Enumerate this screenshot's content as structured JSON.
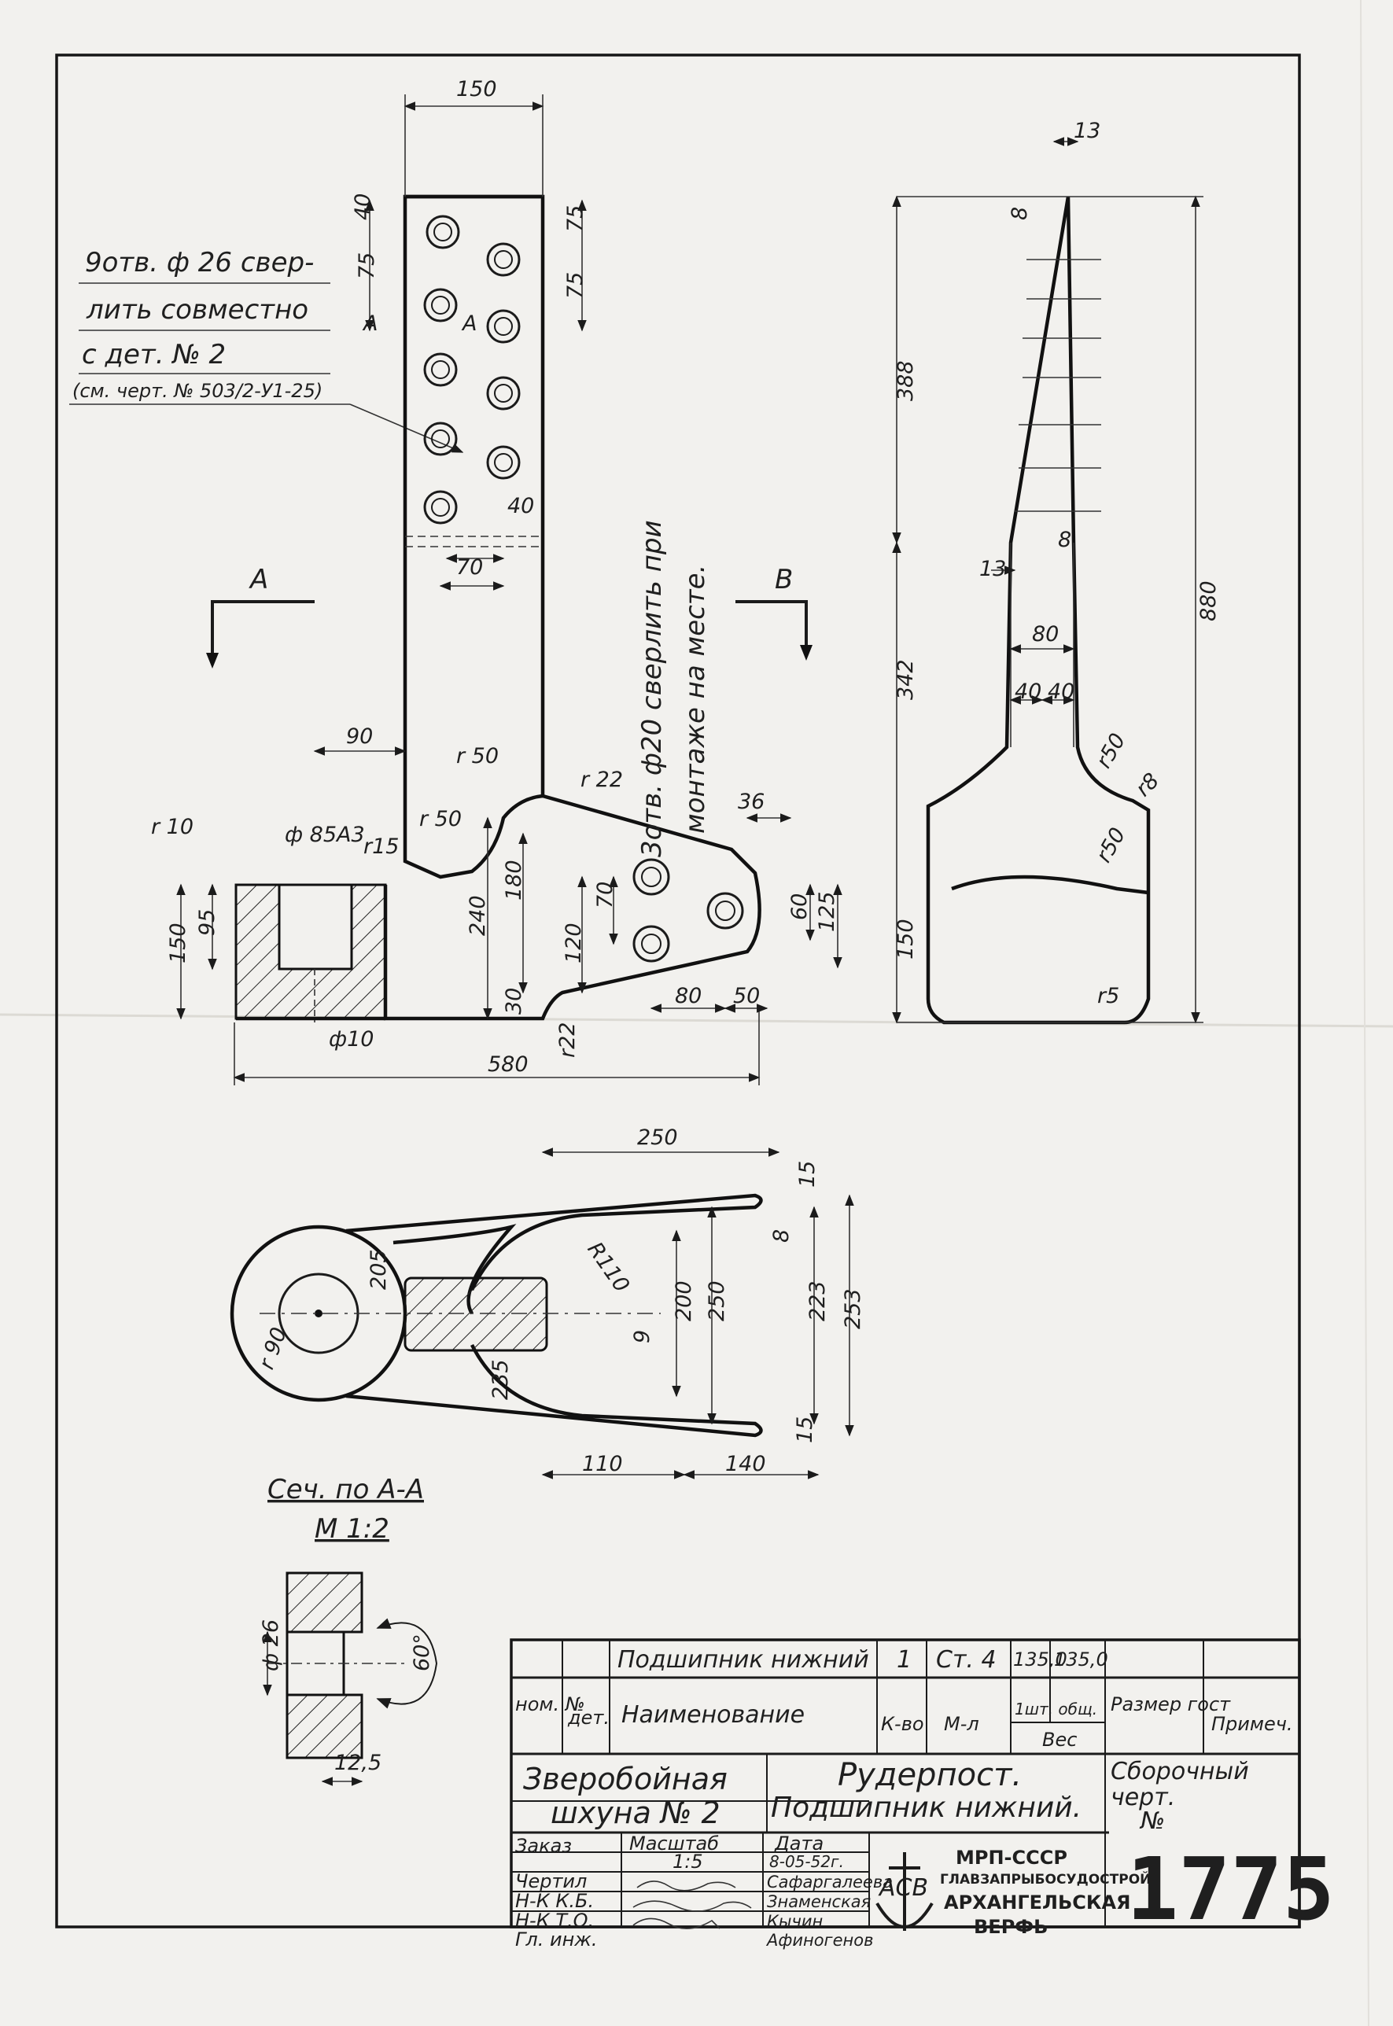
{
  "notes": {
    "holes_line1": "9отв. ф 26 свер-",
    "holes_line2": "лить совместно",
    "holes_line3": "с дет. № 2",
    "holes_line4": "(см. черт. № 503/2-У1-25)",
    "vertical_line1": "3отв. ф20 сверлить при",
    "vertical_line2": "монтаже на месте."
  },
  "views": {
    "arrow_a_left": "A",
    "arrow_b": "B",
    "section_a_inner_left": "A",
    "section_a_inner_right": "A",
    "section_title": "Сеч. по А-А",
    "section_scale": "М 1:2"
  },
  "dims_front": {
    "d150_top": "150",
    "d40": "40",
    "d75_left": "75",
    "d75_right_top": "75",
    "d75_right_mid": "75",
    "d40_inner": "40",
    "d70": "70",
    "d90": "90",
    "r10": "r 10",
    "phi85": "ф 85А3",
    "r15": "r15",
    "r50_a": "r 50",
    "r50_b": "r 50",
    "r22_top": "r 22",
    "d36": "36",
    "d150_left": "150",
    "d95": "95",
    "d240": "240",
    "d180": "180",
    "d120": "120",
    "d70_small": "70",
    "d60": "60",
    "d125": "125",
    "d30": "30",
    "d80": "80",
    "d50": "50",
    "r22_bottom": "r22",
    "phi10": "ф10",
    "d580": "580"
  },
  "dims_side": {
    "d13_top": "13",
    "d8_top": "8",
    "d388": "388",
    "d880": "880",
    "d8_mid": "8",
    "d13_mid": "13",
    "d80": "80",
    "d40a": "40",
    "d40b": "40",
    "d342": "342",
    "r50_a": "r50",
    "r8": "r8",
    "r50_b": "r50",
    "d150": "150",
    "r5": "r5"
  },
  "dims_plan": {
    "d250_top": "250",
    "d15_top": "15",
    "d8": "8",
    "r110": "R110",
    "d205": "205",
    "d200": "200",
    "d250_mid": "250",
    "d223": "223",
    "d253": "253",
    "r90": "r 90",
    "d9": "9",
    "d235": "235",
    "d15_bottom": "15",
    "d110": "110",
    "d140": "140"
  },
  "dims_section": {
    "phi26": "ф 26",
    "angle": "60°",
    "d12_5": "12,5"
  },
  "title_block": {
    "row1_name": "Подшипник нижний",
    "row1_qty": "1",
    "row1_material": "Ст. 4",
    "row1_w1": "135,0",
    "row1_w2": "135,0",
    "hdr_num": "ном. №",
    "hdr_det": "дет.",
    "hdr_name": "Наименование",
    "hdr_qty": "К-во",
    "hdr_mat": "М-л",
    "hdr_weight_top": "1шт. общ.",
    "hdr_weight": "Вес",
    "hdr_size": "Размер гост",
    "hdr_note": "Примеч.",
    "project_line1": "Зверобойная",
    "project_line2": "шхуна № 2",
    "title_line1": "Рудерпост.",
    "title_line2": "Подшипник нижний.",
    "drawing_type_line1": "Сборочный",
    "drawing_type_line2": "черт.",
    "drawing_type_line3": "№",
    "order": "Заказ",
    "scale_label": "Масштаб",
    "scale_value": "1:5",
    "date_label": "Дата",
    "date_value": "8-05-52г.",
    "role1": "Чертил",
    "role2": "Н-К К.Б.",
    "role3": "Н-К Т.О.",
    "role4": "Гл. инж.",
    "name1": "Сафаргалеева",
    "name2": "Знаменская",
    "name3": "Кычин",
    "name4": "Афиногенов",
    "org1": "МРП-СССР",
    "org2": "ГЛАВЗАПРЫБОСУДОСТРОЙ",
    "org3": "АРХАНГЕЛЬСКАЯ",
    "org4": "ВЕРФЬ",
    "logo_text": "АСВ",
    "drawing_number": "1775"
  }
}
